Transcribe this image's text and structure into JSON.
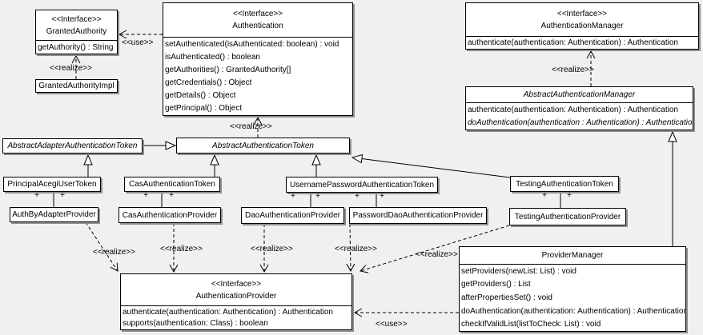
{
  "diagram": {
    "background": "#f0f0f0",
    "box_fill": "#ffffff",
    "border_color": "#000000",
    "shadow_color": "#8f8f8f"
  },
  "labels": {
    "use": "<<use>>",
    "realize": "<<realize>>",
    "plus": "+"
  },
  "classes": {
    "granted_authority": {
      "stereotype": "<<Interface>>",
      "name": "GrantedAuthority",
      "methods": [
        "getAuthority() : String"
      ]
    },
    "granted_authority_impl": {
      "name": "GrantedAuthorityImpl"
    },
    "authentication": {
      "stereotype": "<<Interface>>",
      "name": "Authentication",
      "methods": [
        "setAuthenticated(isAuthenticated: boolean) : void",
        "isAuthenticated() : boolean",
        "getAuthorities() : GrantedAuthority[]",
        "getCredentials() : Object",
        "getDetails() : Object",
        "getPrincipal() : Object"
      ]
    },
    "authentication_manager": {
      "stereotype": "<<Interface>>",
      "name": "AuthenticationManager",
      "methods": [
        "authenticate(authentication: Authentication) : Authentication"
      ]
    },
    "abstract_authentication_manager": {
      "name": "AbstractAuthenticationManager",
      "methods": [
        "authenticate(authentication: Authentication) : Authentication",
        "doAuthentication(authentication : Authentication) : Authentication"
      ]
    },
    "abstract_adapter_authentication_token": {
      "name": "AbstractAdapterAuthenticationToken"
    },
    "abstract_authentication_token": {
      "name": "AbstractAuthenticationToken"
    },
    "principal_acegi_user_token": {
      "name": "PrincipalAcegiUserToken"
    },
    "cas_authentication_token": {
      "name": "CasAuthenticationToken"
    },
    "username_password_authentication_token": {
      "name": "UsernamePasswordAuthenticationToken"
    },
    "testing_authentication_token": {
      "name": "TestingAuthenticationToken"
    },
    "auth_by_adapter_provider": {
      "name": "AuthByAdapterProvider"
    },
    "cas_authentication_provider": {
      "name": "CasAuthenticationProvider"
    },
    "dao_authentication_provider": {
      "name": "DaoAuthenticationProvider"
    },
    "password_dao_authentication_provider": {
      "name": "PasswordDaoAuthenticationProvider"
    },
    "testing_authentication_provider": {
      "name": "TestingAuthenticationProvider"
    },
    "authentication_provider": {
      "stereotype": "<<Interface>>",
      "name": "AuthenticationProvider",
      "methods": [
        "authenticate(authentication: Authentication) : Authentication",
        "supports(authentication: Class) : boolean"
      ]
    },
    "provider_manager": {
      "name": "ProviderManager",
      "methods": [
        "setProviders(newList: List) : void",
        "getProviders() : List",
        "afterPropertiesSet() : void",
        "doAuthentication(authentication: Authentication) : Authentication",
        "checkIfValidList(listToCheck: List) : void"
      ]
    }
  }
}
